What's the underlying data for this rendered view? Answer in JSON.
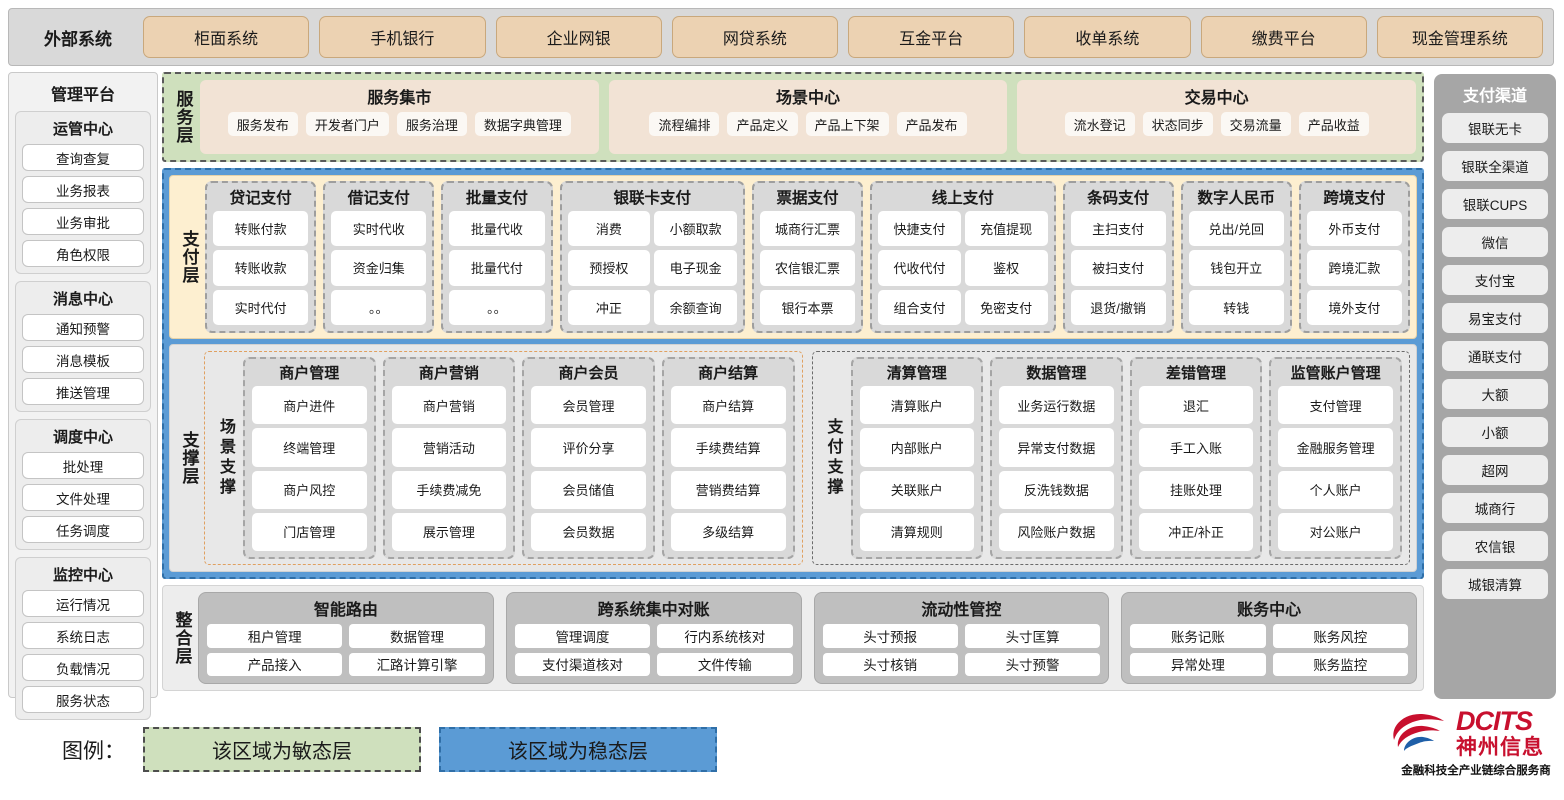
{
  "external": {
    "title": "外部系统",
    "items": [
      "柜面系统",
      "手机银行",
      "企业网银",
      "网贷系统",
      "互金平台",
      "收单系统",
      "缴费平台",
      "现金管理系统"
    ]
  },
  "left_panel": {
    "title": "管理平台",
    "groups": [
      {
        "title": "运管中心",
        "items": [
          "查询查复",
          "业务报表",
          "业务审批",
          "角色权限"
        ]
      },
      {
        "title": "消息中心",
        "items": [
          "通知预警",
          "消息模板",
          "推送管理"
        ]
      },
      {
        "title": "调度中心",
        "items": [
          "批处理",
          "文件处理",
          "任务调度"
        ]
      },
      {
        "title": "监控中心",
        "items": [
          "运行情况",
          "系统日志",
          "负载情况",
          "服务状态"
        ]
      }
    ]
  },
  "service_layer": {
    "label": "服务层",
    "groups": [
      {
        "title": "服务集市",
        "items": [
          "服务发布",
          "开发者门户",
          "服务治理",
          "数据字典管理"
        ]
      },
      {
        "title": "场景中心",
        "items": [
          "流程编排",
          "产品定义",
          "产品上下架",
          "产品发布"
        ]
      },
      {
        "title": "交易中心",
        "items": [
          "流水登记",
          "状态同步",
          "交易流量",
          "产品收益"
        ]
      }
    ]
  },
  "payment_layer": {
    "label": "支付层",
    "groups": [
      {
        "title": "贷记支付",
        "cols": 1,
        "items": [
          "转账付款",
          "转账收款",
          "实时代付"
        ]
      },
      {
        "title": "借记支付",
        "cols": 1,
        "items": [
          "实时代收",
          "资金归集",
          "。。"
        ]
      },
      {
        "title": "批量支付",
        "cols": 1,
        "items": [
          "批量代收",
          "批量代付",
          "。。"
        ]
      },
      {
        "title": "银联卡支付",
        "cols": 2,
        "items": [
          "消费",
          "小额取款",
          "预授权",
          "电子现金",
          "冲正",
          "余额查询"
        ]
      },
      {
        "title": "票据支付",
        "cols": 1,
        "items": [
          "城商行汇票",
          "农信银汇票",
          "银行本票"
        ]
      },
      {
        "title": "线上支付",
        "cols": 2,
        "items": [
          "快捷支付",
          "充值提现",
          "代收代付",
          "鉴权",
          "组合支付",
          "免密支付"
        ]
      },
      {
        "title": "条码支付",
        "cols": 1,
        "items": [
          "主扫支付",
          "被扫支付",
          "退货/撤销"
        ]
      },
      {
        "title": "数字人民币",
        "cols": 1,
        "items": [
          "兑出/兑回",
          "钱包开立",
          "转钱"
        ]
      },
      {
        "title": "跨境支付",
        "cols": 1,
        "items": [
          "外币支付",
          "跨境汇款",
          "境外支付"
        ]
      }
    ]
  },
  "support_layer": {
    "label": "支撑层",
    "halves": [
      {
        "sublabel": "场景支撑",
        "columns": [
          {
            "title": "商户管理",
            "items": [
              "商户进件",
              "终端管理",
              "商户风控",
              "门店管理"
            ]
          },
          {
            "title": "商户营销",
            "items": [
              "商户营销",
              "营销活动",
              "手续费减免",
              "展示管理"
            ]
          },
          {
            "title": "商户会员",
            "items": [
              "会员管理",
              "评价分享",
              "会员储值",
              "会员数据"
            ]
          },
          {
            "title": "商户结算",
            "items": [
              "商户结算",
              "手续费结算",
              "营销费结算",
              "多级结算"
            ]
          }
        ]
      },
      {
        "sublabel": "支付支撑",
        "columns": [
          {
            "title": "清算管理",
            "items": [
              "清算账户",
              "内部账户",
              "关联账户",
              "清算规则"
            ]
          },
          {
            "title": "数据管理",
            "items": [
              "业务运行数据",
              "异常支付数据",
              "反洗钱数据",
              "风险账户数据"
            ]
          },
          {
            "title": "差错管理",
            "items": [
              "退汇",
              "手工入账",
              "挂账处理",
              "冲正/补正"
            ]
          },
          {
            "title": "监管账户管理",
            "items": [
              "支付管理",
              "金融服务管理",
              "个人账户",
              "对公账户"
            ]
          }
        ]
      }
    ]
  },
  "integration_layer": {
    "label": "整合层",
    "groups": [
      {
        "title": "智能路由",
        "items": [
          "租户管理",
          "数据管理",
          "产品接入",
          "汇路计算引擎"
        ]
      },
      {
        "title": "跨系统集中对账",
        "items": [
          "管理调度",
          "行内系统核对",
          "支付渠道核对",
          "文件传输"
        ]
      },
      {
        "title": "流动性管控",
        "items": [
          "头寸预报",
          "头寸匡算",
          "头寸核销",
          "头寸预警"
        ]
      },
      {
        "title": "账务中心",
        "items": [
          "账务记账",
          "账务风控",
          "异常处理",
          "账务监控"
        ]
      }
    ]
  },
  "right_panel": {
    "title": "支付渠道",
    "items": [
      "银联无卡",
      "银联全渠道",
      "银联CUPS",
      "微信",
      "支付宝",
      "易宝支付",
      "通联支付",
      "大额",
      "小额",
      "超网",
      "城商行",
      "农信银",
      "城银清算"
    ]
  },
  "legend": {
    "label": "图例：",
    "agile": "该区域为敏态层",
    "stable": "该区域为稳态层"
  },
  "logo": {
    "en": "DCITS",
    "cn": "神州信息",
    "tagline": "金融科技全产业链综合服务商"
  },
  "colors": {
    "agile_green": "#cfe0bd",
    "stable_blue": "#5b9bd5",
    "payment_cream": "#fdefd0",
    "external_chip": "#ecd2b2",
    "brand_red": "#c8102e"
  }
}
